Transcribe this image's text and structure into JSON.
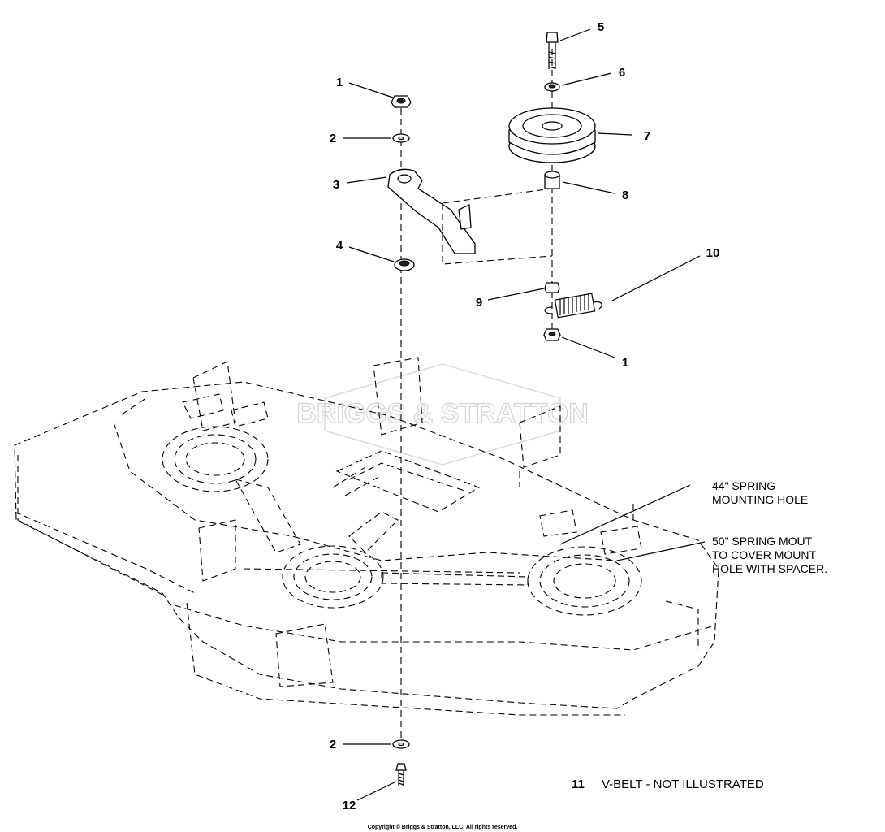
{
  "callouts": [
    {
      "id": "c1a",
      "label": "1"
    },
    {
      "id": "c2a",
      "label": "2"
    },
    {
      "id": "c3",
      "label": "3"
    },
    {
      "id": "c4",
      "label": "4"
    },
    {
      "id": "c5",
      "label": "5"
    },
    {
      "id": "c6",
      "label": "6"
    },
    {
      "id": "c7",
      "label": "7"
    },
    {
      "id": "c8",
      "label": "8"
    },
    {
      "id": "c9",
      "label": "9"
    },
    {
      "id": "c10",
      "label": "10"
    },
    {
      "id": "c1b",
      "label": "1"
    },
    {
      "id": "c2b",
      "label": "2"
    },
    {
      "id": "c12",
      "label": "12"
    }
  ],
  "notes": {
    "spring44_line1": "44\" SPRING",
    "spring44_line2": "MOUNTING HOLE",
    "spring50_line1": "50\" SPRING MOUT",
    "spring50_line2": "TO COVER MOUNT",
    "spring50_line3": "HOLE WITH SPACER."
  },
  "legend": {
    "number": "11",
    "text": "V-BELT - NOT ILLUSTRATED"
  },
  "watermark": "BRIGGS & STRATTON",
  "copyright": "Copyright © Briggs & Stratton, LLC. All rights reserved."
}
